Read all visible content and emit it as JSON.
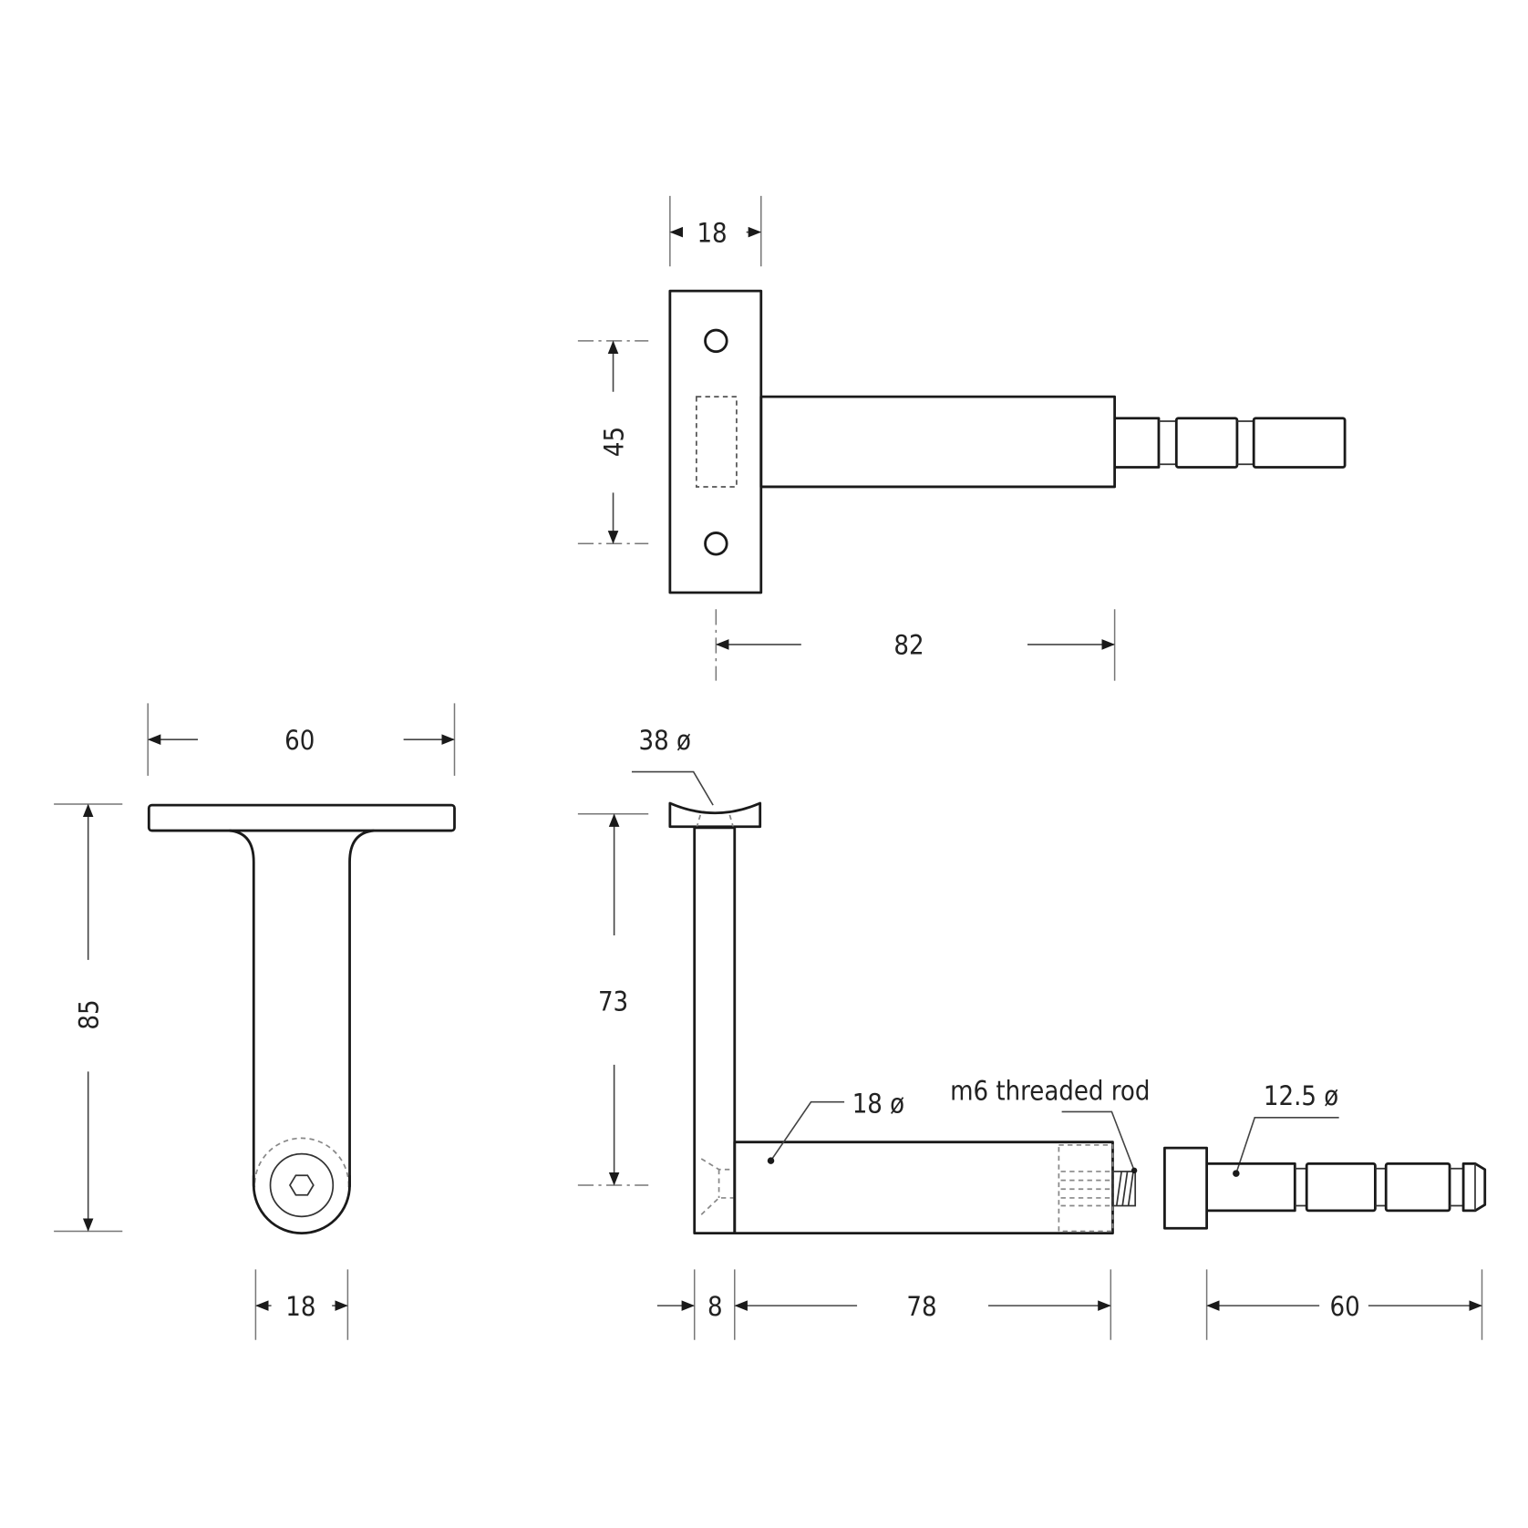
{
  "drawing": {
    "title": "Handrail bracket technical drawing",
    "units": "mm",
    "line_color": "#1a1a1a",
    "background": "#ffffff"
  },
  "views": {
    "top_view": {
      "dim_plate_width": "18",
      "dim_hole_spacing": "45",
      "dim_arm_length": "82"
    },
    "front_view": {
      "dim_plate_width": "60",
      "dim_total_height": "85",
      "dim_stem_width": "18"
    },
    "side_view": {
      "label_saddle": "38 ø",
      "dim_height": "73",
      "label_arm": "18 ø",
      "label_thread": "m6 threaded rod",
      "dim_post_thickness": "8",
      "dim_arm_length": "78"
    },
    "wall_bolt": {
      "label_diameter": "12.5 ø",
      "dim_length": "60"
    }
  }
}
